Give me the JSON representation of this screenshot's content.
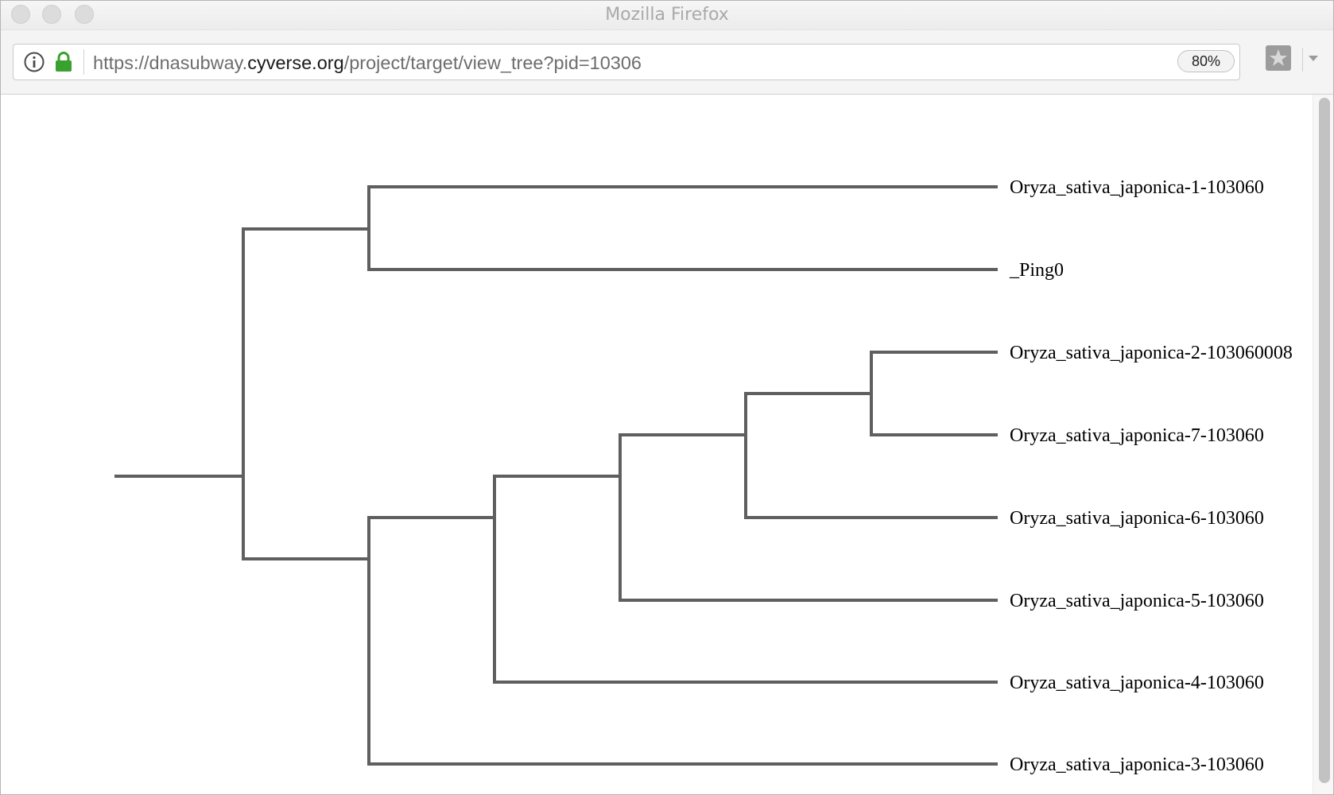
{
  "window": {
    "title": "Mozilla Firefox"
  },
  "toolbar": {
    "url_prefix": "https://dnasubway.",
    "url_domain": "cyverse.org",
    "url_path": "/project/target/view_tree?pid=10306",
    "zoom_level": "80%",
    "icons": [
      "info-icon",
      "lock-icon",
      "bookmark-star-icon",
      "menu-arrow-icon"
    ]
  },
  "colors": {
    "tree_branch": "#5f5f5f",
    "lock_green": "#3aa12e",
    "leaf_label": "#000000"
  },
  "tree": {
    "leaves": [
      {
        "label": "Oryza_sativa_japonica-1-103060"
      },
      {
        "label": "_Ping0"
      },
      {
        "label": "Oryza_sativa_japonica-2-103060008"
      },
      {
        "label": "Oryza_sativa_japonica-7-103060"
      },
      {
        "label": "Oryza_sativa_japonica-6-103060"
      },
      {
        "label": "Oryza_sativa_japonica-5-103060"
      },
      {
        "label": "Oryza_sativa_japonica-4-103060"
      },
      {
        "label": "Oryza_sativa_japonica-3-103060"
      }
    ]
  }
}
